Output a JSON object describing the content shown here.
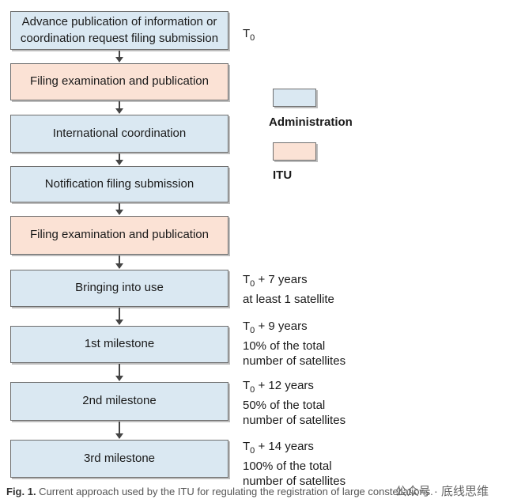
{
  "steps": [
    {
      "label": "Advance publication of information or coordination request filing submission",
      "party": "Administration",
      "side": {
        "time": "T",
        "sub": "0",
        "lines": []
      }
    },
    {
      "label": "Filing examination and publication",
      "party": "ITU",
      "side": null
    },
    {
      "label": "International coordination",
      "party": "Administration",
      "side": null
    },
    {
      "label": "Notification filing submission",
      "party": "Administration",
      "side": null
    },
    {
      "label": "Filing examination and publication",
      "party": "ITU",
      "side": null
    },
    {
      "label": "Bringing into use",
      "party": "Administration",
      "side": {
        "time": "T",
        "sub": "0",
        "suffix": " + 7 years",
        "lines": [
          "at least 1 satellite"
        ]
      }
    },
    {
      "label": "1st milestone",
      "party": "Administration",
      "side": {
        "time": "T",
        "sub": "0",
        "suffix": " + 9 years",
        "lines": [
          "10% of the total",
          "number of satellites"
        ]
      }
    },
    {
      "label": "2nd milestone",
      "party": "Administration",
      "side": {
        "time": "T",
        "sub": "0",
        "suffix": " + 12 years",
        "lines": [
          "50% of the total",
          "number of satellites"
        ]
      }
    },
    {
      "label": "3rd milestone",
      "party": "Administration",
      "side": {
        "time": "T",
        "sub": "0",
        "suffix": " + 14 years",
        "lines": [
          "100% of the total",
          "number of satellites"
        ]
      }
    }
  ],
  "legend": {
    "administration": "Administration",
    "itu": "ITU"
  },
  "colors": {
    "administration": "#dae8f2",
    "itu": "#fbe2d5"
  },
  "caption": {
    "prefix": "Fig. 1.",
    "text": " Current approach used by the ITU for regulating the registration of large constellations."
  },
  "watermark": "公众号 · 底线思维"
}
